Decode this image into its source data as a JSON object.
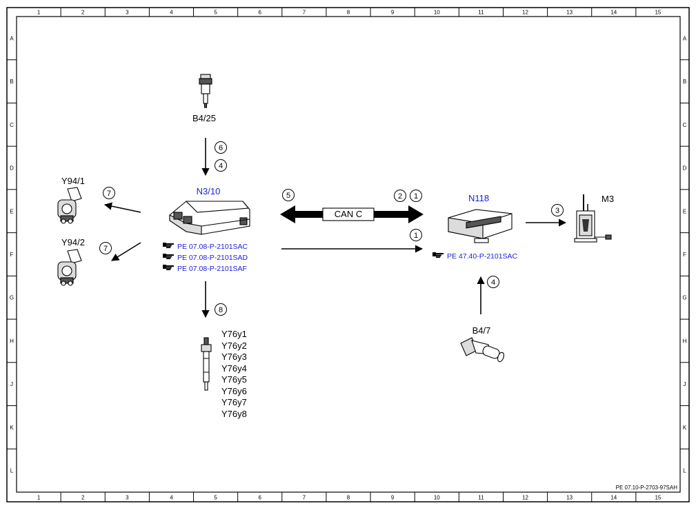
{
  "frame": {
    "columns": [
      "1",
      "2",
      "3",
      "4",
      "5",
      "6",
      "7",
      "8",
      "9",
      "10",
      "11",
      "12",
      "13",
      "14",
      "15"
    ],
    "rows": [
      "A",
      "B",
      "C",
      "D",
      "E",
      "F",
      "G",
      "H",
      "J",
      "K",
      "L"
    ]
  },
  "components": {
    "sensor_top": "B4/25",
    "ecu": "N3/10",
    "valve1": "Y94/1",
    "valve2": "Y94/2",
    "module": "N118",
    "motor": "M3",
    "sensor_bottom": "B4/7"
  },
  "ecu_refs": [
    "PE 07.08-P-2101SAC",
    "PE 07.08-P-2101SAD",
    "PE 07.08-P-2101SAF"
  ],
  "module_ref": "PE 47.40-P-2101SAC",
  "injectors": [
    "Y76y1",
    "Y76y2",
    "Y76y3",
    "Y76y4",
    "Y76y5",
    "Y76y6",
    "Y76y7",
    "Y76y8"
  ],
  "bus": {
    "label": "CAN C"
  },
  "signals": {
    "s6": "6",
    "s4a": "4",
    "s7a": "7",
    "s7b": "7",
    "s8": "8",
    "s5": "5",
    "s2": "2",
    "s1a": "1",
    "s1b": "1",
    "s3": "3",
    "s4b": "4"
  },
  "footer": "PE 07.10-P-2703-97SAH",
  "colors": {
    "link_blue": "#1a1adc",
    "line": "#000000"
  },
  "icons": {
    "reference": "pointing-hand-icon"
  }
}
